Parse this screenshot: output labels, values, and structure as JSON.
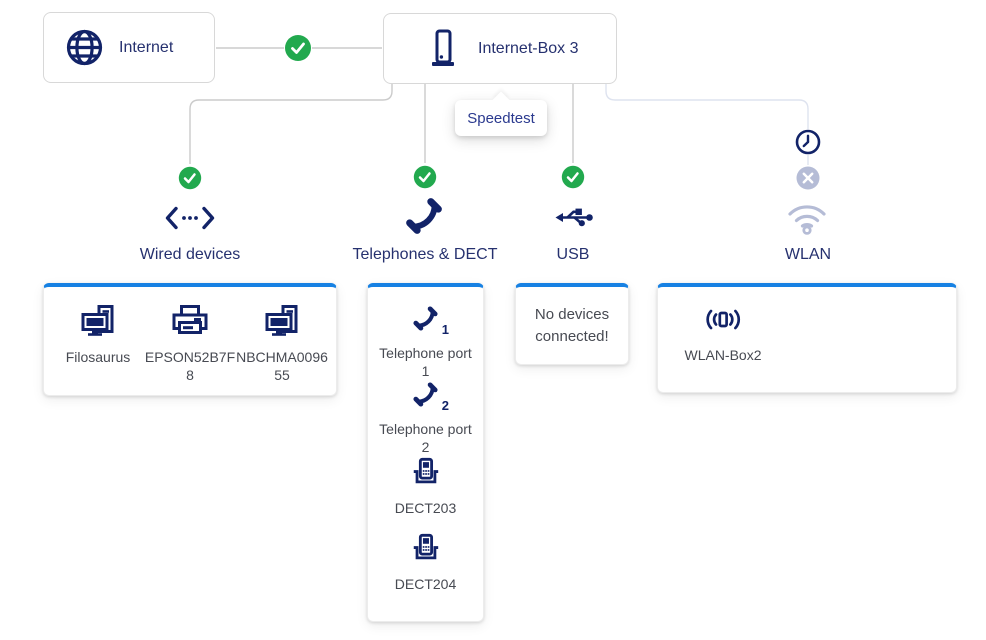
{
  "colors": {
    "navy_icon": "#122368",
    "navy_text": "#26316f",
    "accent_blue": "#1781e3",
    "status_green": "#22a94e",
    "disabled_lavender": "#b5bcd6",
    "wire_gray": "#cbcbcb",
    "wire_light": "#dee3ef",
    "device_text": "#474a52"
  },
  "nodes": {
    "internet": {
      "label": "Internet"
    },
    "router": {
      "label": "Internet-Box 3"
    }
  },
  "tooltip": {
    "label": "Speedtest"
  },
  "branches": {
    "wired": {
      "label": "Wired devices",
      "status": "connected"
    },
    "phones": {
      "label": "Telephones & DECT",
      "status": "connected"
    },
    "usb": {
      "label": "USB",
      "status": "connected"
    },
    "wlan": {
      "label": "WLAN",
      "status": "scheduled-off"
    }
  },
  "cards": {
    "wired": {
      "devices": [
        {
          "name": "Filosaurus",
          "icon": "computer-icon"
        },
        {
          "name": "EPSON52B7F8",
          "icon": "printer-icon"
        },
        {
          "name": "NBCHMA009655",
          "icon": "computer-icon"
        }
      ]
    },
    "phones": {
      "devices": [
        {
          "name": "Telephone port 1",
          "icon": "phone-port-icon",
          "port": "1"
        },
        {
          "name": "Telephone port 2",
          "icon": "phone-port-icon",
          "port": "2"
        },
        {
          "name": "DECT203",
          "icon": "dect-icon"
        },
        {
          "name": "DECT204",
          "icon": "dect-icon"
        }
      ]
    },
    "usb": {
      "empty_message": "No devices connected!"
    },
    "wlan": {
      "devices": [
        {
          "name": "WLAN-Box2",
          "icon": "antenna-icon"
        }
      ]
    }
  }
}
